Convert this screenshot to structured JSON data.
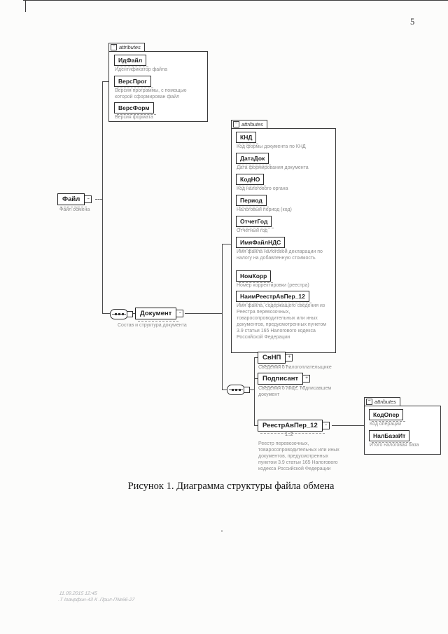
{
  "page": {
    "number": "5",
    "caption": "Рисунок 1. Диаграмма структуры файла обмена",
    "footer": {
      "line1": "11.09.2015 12:45",
      "line2": ".Т Iоанрфин-43 К .Прил-П№66-27"
    }
  },
  "icons": {
    "minus": "−",
    "plus": "+",
    "dots": "--"
  },
  "diagram": {
    "attributes_label": "attributes",
    "root": {
      "name": "Файл",
      "desc": "Файл обмена"
    },
    "file_attrs": {
      "a0": {
        "name": "ИдФайл",
        "desc": "Идентификатор файла"
      },
      "a1": {
        "name": "ВерсПрог",
        "desc": "Версия программы, с помощью которой сформирован файл"
      },
      "a2": {
        "name": "ВерсФорм",
        "desc": "Версия формата"
      }
    },
    "document": {
      "name": "Документ",
      "desc": "Состав и структура документа"
    },
    "doc_attrs": {
      "a0": {
        "name": "КНД",
        "desc": "Код формы документа по КНД"
      },
      "a1": {
        "name": "ДатаДок",
        "desc": "Дата формирования документа"
      },
      "a2": {
        "name": "КодНО",
        "desc": "Код налогового органа"
      },
      "a3": {
        "name": "Период",
        "desc": "Налоговый период (код)"
      },
      "a4": {
        "name": "ОтчетГод",
        "desc": "Отчетный год"
      },
      "a5": {
        "name": "ИмяФайлНДС",
        "desc": "Имя файла налоговой декларации по налогу на добавленную стоимость"
      },
      "a6": {
        "name": "НомКорр",
        "desc": "Номер корректировки (реестра)"
      },
      "a7": {
        "name": "НаимРеестрАвПер_12",
        "desc": "Имя файла, содержащего сведения из Реестра перевозочных, товаросопроводительных или иных документов, предусмотренных пунктом 3.9 статьи 165 Налогового кодекса Российской Федерации"
      }
    },
    "svnp": {
      "name": "СвНП",
      "desc": "Сведения о налогоплательщике"
    },
    "podpisant": {
      "name": "Подписант",
      "desc": "Сведения о лице, подписавшем документ"
    },
    "reestr": {
      "name": "РеестрАвПер_12",
      "cardinality": "1..2",
      "desc": "Реестр перевозочных, товаросопроводительных или иных документов, предусмотренных пунктом 3.9 статьи 165 Налогового кодекса Российской Федерации"
    },
    "reestr_attrs": {
      "a0": {
        "name": "КодОпер",
        "desc": "Код операции"
      },
      "a1": {
        "name": "НалБазаИт",
        "desc": "Итого налоговая база"
      }
    }
  }
}
